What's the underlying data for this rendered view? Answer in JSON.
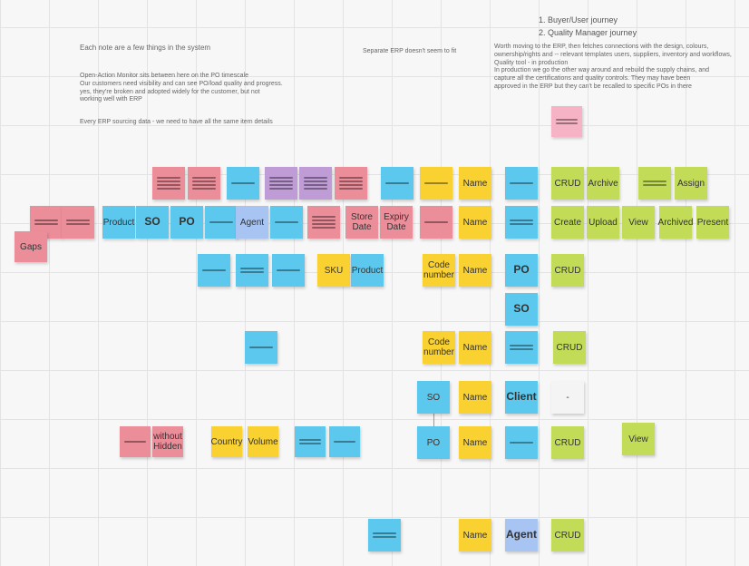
{
  "canvas": {
    "goals": [
      "Buyer/User journey",
      "Quality Manager journey"
    ],
    "texts": {
      "t1": "Each note are a few things in the system",
      "t2": "Open-Action Monitor sits between here on the PO timescale",
      "t3": "Our customers need visibility and can see PO/load quality and progress.",
      "t4": "yes, they're broken and adopted widely for the customer, but not",
      "t5": "working well with ERP",
      "t6": "Every ERP sourcing data - we need to have all the same item details",
      "t7": "Separate ERP doesn't seem to fit",
      "t8": "Worth moving to the ERP, then fetches connections with the design, colours, ",
      "t9": "ownership/rights and -- relevant templates users, suppliers, inventory and workflows,",
      "t10": "Quality tool - in production",
      "t11": "In production we go the other way around and rebuild the supply chains, and",
      "t12": "capture all the certifications and quality controls. They may have been",
      "t13": "approved in the ERP but they can't be recalled to specific POs in there"
    },
    "labels": {
      "name": "Name",
      "crud": "CRUD",
      "archive": "Archive",
      "assign": "Assign",
      "product": "Product",
      "so": "SO",
      "po": "PO",
      "agent": "Agent",
      "store_date": "Store Date",
      "expiry_date": "Expiry Date",
      "create": "Create",
      "upload": "Upload",
      "view": "View",
      "archived": "Archived",
      "present": "Present",
      "gaps": "Gaps",
      "sku": "SKU",
      "code_number": "Code number",
      "client": "Client",
      "dash": "-",
      "country": "Country",
      "volume": "Volume",
      "without_hidden": "without Hidden"
    }
  }
}
